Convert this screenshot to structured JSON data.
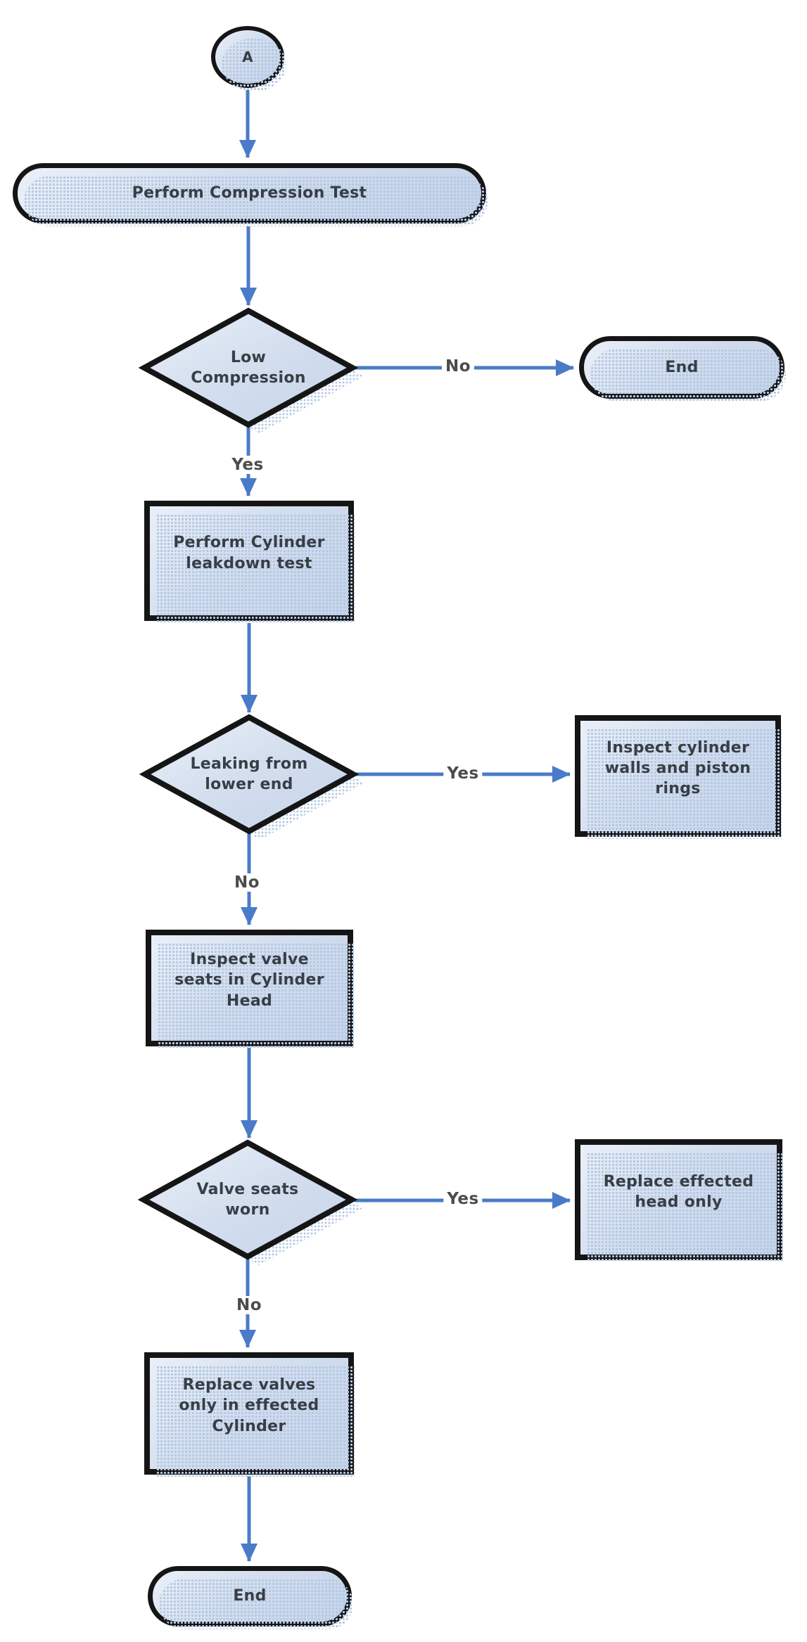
{
  "diagram": {
    "type": "flowchart",
    "description": "Engine compression diagnostic flowchart",
    "nodes": {
      "start_connector": {
        "type": "connector",
        "label": "A"
      },
      "perform_compression_test": {
        "type": "terminator",
        "label": "Perform Compression Test"
      },
      "low_compression": {
        "type": "decision",
        "label": "Low\nCompression"
      },
      "end_top": {
        "type": "terminator",
        "label": "End"
      },
      "perform_cylinder_leakdown_test": {
        "type": "process",
        "label": "Perform Cylinder\nleakdown test"
      },
      "leaking_from_lower_end": {
        "type": "decision",
        "label": "Leaking from\nlower end"
      },
      "inspect_cylinder_walls": {
        "type": "process",
        "label": "Inspect cylinder\nwalls and piston\nrings"
      },
      "inspect_valve_seats": {
        "type": "process",
        "label": "Inspect valve\nseats in Cylinder\nHead"
      },
      "valve_seats_worn": {
        "type": "decision",
        "label": "Valve seats\nworn"
      },
      "replace_effected_head": {
        "type": "process",
        "label": "Replace effected\nhead only"
      },
      "replace_valves": {
        "type": "process",
        "label": "Replace valves\nonly in effected\nCylinder"
      },
      "end_bottom": {
        "type": "terminator",
        "label": "End"
      }
    },
    "edges": {
      "low_compression_no": {
        "label": "No"
      },
      "low_compression_yes": {
        "label": "Yes"
      },
      "leaking_yes": {
        "label": "Yes"
      },
      "leaking_no": {
        "label": "No"
      },
      "valve_seats_worn_yes": {
        "label": "Yes"
      },
      "valve_seats_worn_no": {
        "label": "No"
      }
    },
    "colors": {
      "node_fill_light": "#eaf0f8",
      "node_fill_dark": "#c6d4ea",
      "node_border": "#151515",
      "arrow": "#4a7bc8",
      "node_text": "#383e46",
      "edge_label_text": "#4c4c4c",
      "shadow_dots": "#b4c8e3",
      "background": "#ffffff"
    }
  }
}
